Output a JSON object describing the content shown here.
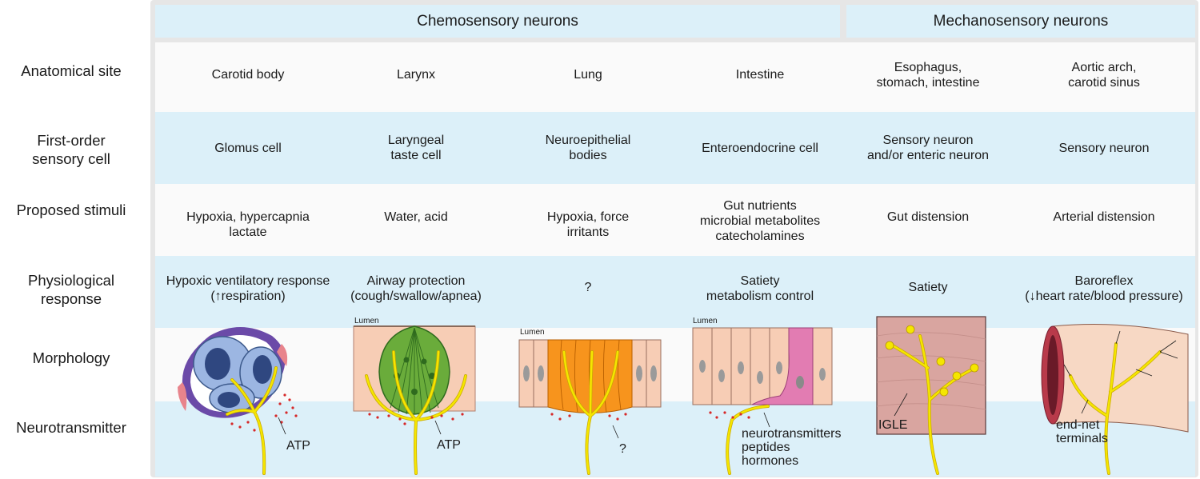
{
  "headers": {
    "chemosensory": "Chemosensory neurons",
    "mechanosensory": "Mechanosensory neurons"
  },
  "row_labels": {
    "anatomical_site": "Anatomical site",
    "first_order": [
      "First-order",
      "sensory cell"
    ],
    "stimuli": "Proposed stimuli",
    "physiological": [
      "Physiological",
      "response"
    ],
    "morphology": "Morphology",
    "neurotransmitter": "Neurotransmitter"
  },
  "columns": [
    {
      "site": [
        "Carotid body"
      ],
      "cell": [
        "Glomus cell"
      ],
      "stimuli": [
        "Hypoxia, hypercapnia",
        "lactate"
      ],
      "response": [
        "Hypoxic ventilatory response",
        "(↑respiration)"
      ],
      "transmitter": [
        "ATP"
      ]
    },
    {
      "site": [
        "Larynx"
      ],
      "cell": [
        "Laryngeal",
        "taste cell"
      ],
      "stimuli": [
        "Water, acid"
      ],
      "response": [
        "Airway protection",
        "(cough/swallow/apnea)"
      ],
      "transmitter": [
        "ATP"
      ]
    },
    {
      "site": [
        "Lung"
      ],
      "cell": [
        "Neuroepithelial",
        "bodies"
      ],
      "stimuli": [
        "Hypoxia, force",
        "irritants"
      ],
      "response": [
        "?"
      ],
      "transmitter": [
        "?"
      ]
    },
    {
      "site": [
        "Intestine"
      ],
      "cell": [
        "Enteroendocrine cell"
      ],
      "stimuli": [
        "Gut nutrients",
        "microbial metabolites",
        "catecholamines"
      ],
      "response": [
        "Satiety",
        "metabolism control"
      ],
      "transmitter": [
        "neurotransmitters",
        "peptides",
        "hormones"
      ]
    },
    {
      "site": [
        "Esophagus,",
        "stomach, intestine"
      ],
      "cell": [
        "Sensory neuron",
        "and/or enteric neuron"
      ],
      "stimuli": [
        "Gut distension"
      ],
      "response": [
        "Satiety"
      ],
      "transmitter": [
        "IGLE"
      ]
    },
    {
      "site": [
        "Aortic arch,",
        "carotid sinus"
      ],
      "cell": [
        "Sensory neuron"
      ],
      "stimuli": [
        "Arterial distension"
      ],
      "response": [
        "Baroreflex",
        "(↓heart rate/blood pressure)"
      ],
      "transmitter": [
        "end-net",
        "terminals"
      ]
    }
  ],
  "illustration_labels": {
    "lumen": "Lumen"
  },
  "colors": {
    "header_fill": "#dcf0f9",
    "band_blue": "#dcf0f9",
    "band_white": "#fafafa",
    "nerve_yellow": "#f5e600",
    "frame_gray": "#e6e6e6"
  }
}
